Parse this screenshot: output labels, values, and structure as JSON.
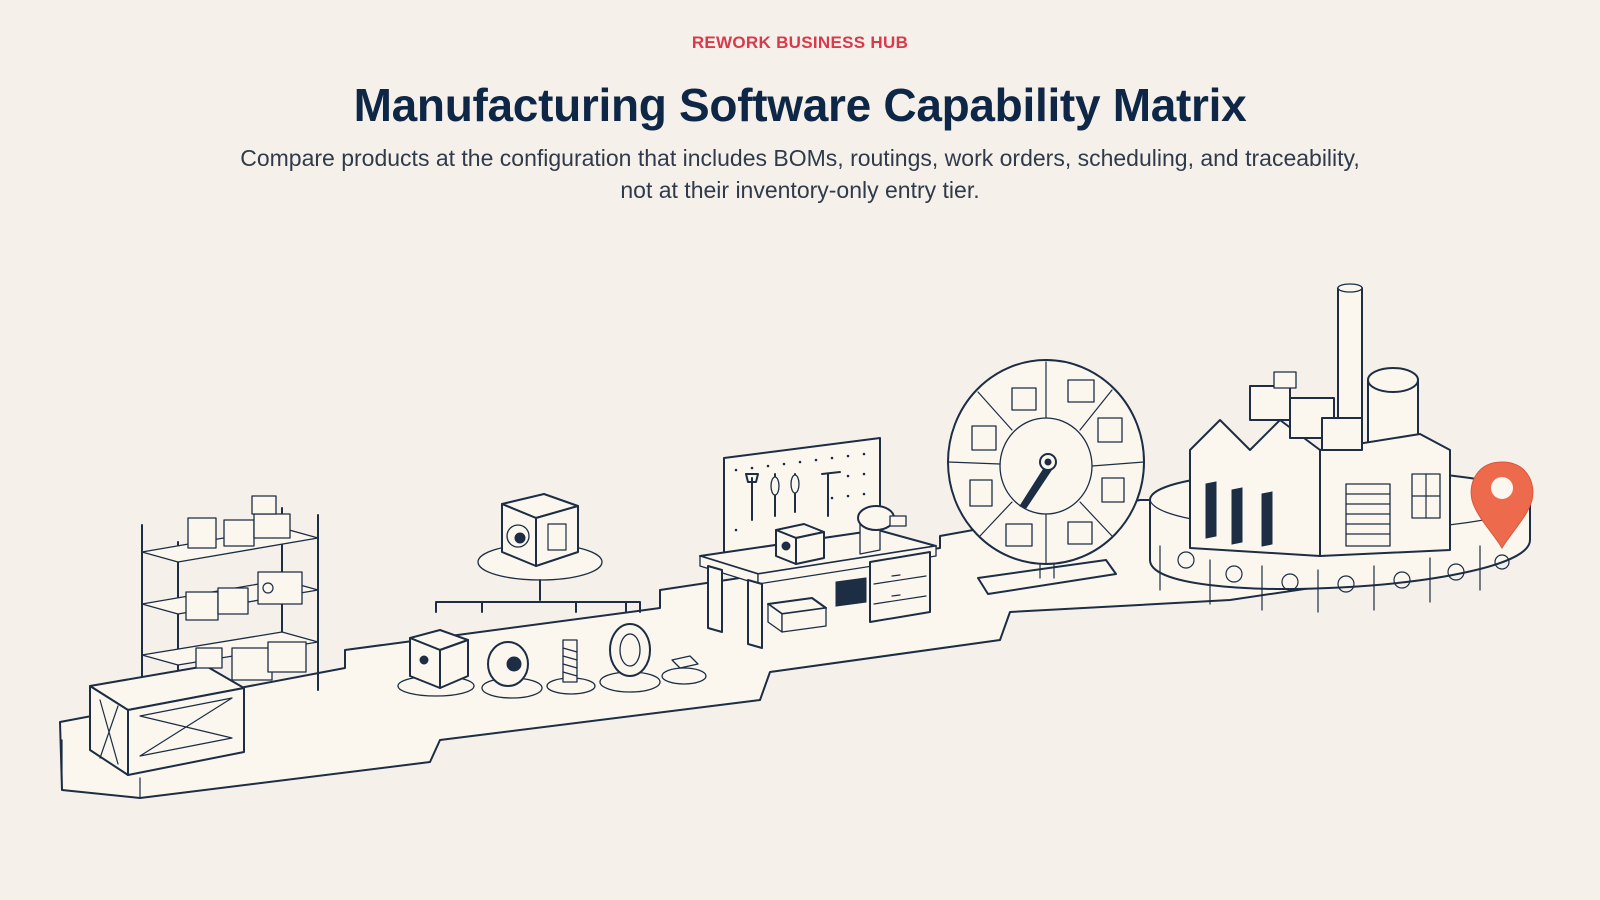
{
  "header": {
    "eyebrow": "REWORK BUSINESS HUB",
    "title": "Manufacturing Software Capability Matrix",
    "subtitle": "Compare products at the configuration that includes BOMs, routings, work orders, scheduling, and traceability, not at their inventory-only entry tier."
  },
  "colors": {
    "background": "#f5f1ea",
    "eyebrow": "#d9394a",
    "title": "#0f2747",
    "ink": "#1c2d44",
    "location_pin": "#ee6a4d"
  },
  "illustration": {
    "stages": [
      {
        "icon": "inventory-shelf-icon"
      },
      {
        "icon": "bom-tree-icon"
      },
      {
        "icon": "workbench-icon"
      },
      {
        "icon": "scheduling-dial-icon"
      },
      {
        "icon": "factory-icon"
      }
    ],
    "marker_icon": "location-pin-icon"
  }
}
